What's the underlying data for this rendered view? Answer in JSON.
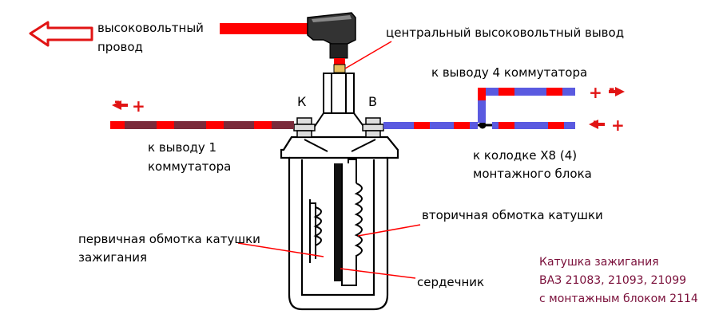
{
  "colors": {
    "wire_red": "#ff0000",
    "wire_dark": "#7a2a3a",
    "wire_blue": "#5a5ae0",
    "arrow_red": "#e11414",
    "caption": "#7a0f3a",
    "body_fill": "#ffffff",
    "core": "#111111"
  },
  "labels": {
    "hv_wire": [
      "высоковольтный",
      "провод"
    ],
    "center_hv": "центральный высоковольтный вывод",
    "to_switch4": "к выводу 4 коммутатора",
    "to_switch1": [
      "к выводу 1",
      "коммутатора"
    ],
    "to_block": [
      "к колодке X8 (4)",
      "монтажного блока"
    ],
    "secondary": "вторичная обмотка катушки",
    "primary": [
      "первичная обмотка катушки",
      "зажигания"
    ],
    "core": "сердечник",
    "terminal_k": "К",
    "terminal_b": "В"
  },
  "signs": {
    "minus_left": "-",
    "plus_left": "+",
    "plus_right": "+",
    "minus_right": "-"
  },
  "caption": [
    "Катушка зажигания",
    "ВАЗ 21083, 21093, 21099",
    "с монтажным блоком 2114"
  ]
}
